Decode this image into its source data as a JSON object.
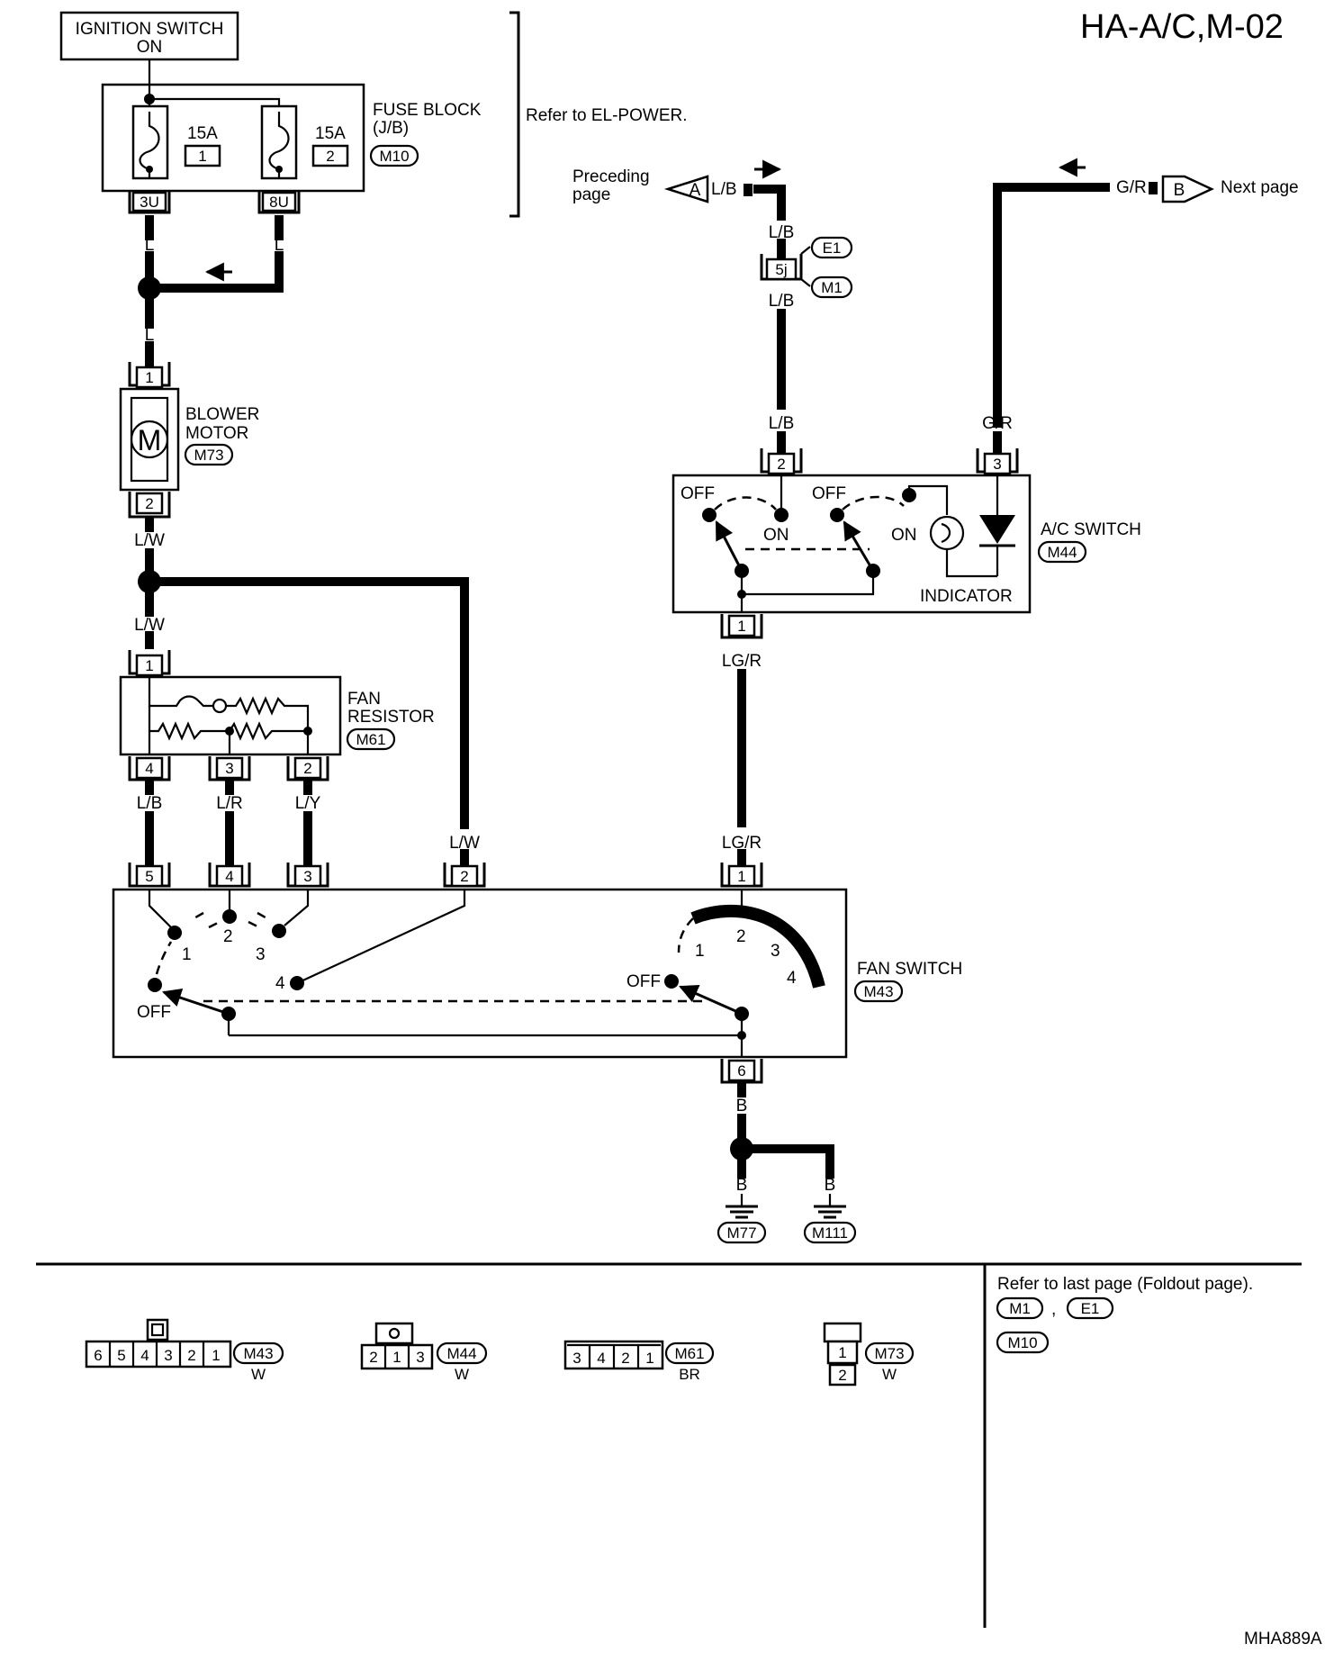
{
  "title": "HA-A/C,M-02",
  "footer_code": "MHA889A",
  "ignition": {
    "line1": "IGNITION SWITCH",
    "line2": "ON"
  },
  "fuse_block": {
    "label1": "FUSE BLOCK",
    "label2": "(J/B)",
    "connector": "M10",
    "fuses": [
      {
        "amps": "15A",
        "num": "1",
        "terminal": "3U"
      },
      {
        "amps": "15A",
        "num": "2",
        "terminal": "8U"
      }
    ],
    "refer": "Refer to EL-POWER."
  },
  "blower_motor": {
    "label1": "BLOWER",
    "label2": "MOTOR",
    "connector": "M73",
    "symbol": "M",
    "pin_top": "1",
    "pin_bottom": "2"
  },
  "fan_resistor": {
    "label1": "FAN",
    "label2": "RESISTOR",
    "connector": "M61",
    "pin_top": "1",
    "pins_bottom": [
      "4",
      "3",
      "2"
    ]
  },
  "fan_switch": {
    "label": "FAN SWITCH",
    "connector": "M43",
    "pins_top": [
      "5",
      "4",
      "3",
      "2",
      "1"
    ],
    "pin_bottom": "6",
    "positions_left": [
      "1",
      "2",
      "3",
      "4"
    ],
    "off_left": "OFF",
    "positions_right": [
      "1",
      "2",
      "3",
      "4"
    ],
    "off_right": "OFF"
  },
  "ac_switch": {
    "label": "A/C SWITCH",
    "connector": "M44",
    "indicator": "INDICATOR",
    "pins_top": [
      "2",
      "3"
    ],
    "pin_bottom": "1",
    "off1": "OFF",
    "on1": "ON",
    "off2": "OFF",
    "on2": "ON"
  },
  "preceding": {
    "line1": "Preceding",
    "line2": "page",
    "letter": "A",
    "wire": "L/B"
  },
  "next": {
    "text": "Next page",
    "letter": "B",
    "wire": "G/R"
  },
  "joint_connectors": {
    "pin": "5j",
    "conn1": "E1",
    "conn2": "M1"
  },
  "wires": {
    "l": "L",
    "lw": "L/W",
    "lb": "L/B",
    "lr": "L/R",
    "ly": "L/Y",
    "lgr": "LG/R",
    "b": "B",
    "gr": "G/R"
  },
  "grounds": [
    "M77",
    "M111"
  ],
  "connector_views": [
    {
      "id": "M43",
      "color": "W",
      "pins": [
        "6",
        "5",
        "4",
        "3",
        "2",
        "1"
      ]
    },
    {
      "id": "M44",
      "color": "W",
      "pins": [
        "2",
        "1",
        "3"
      ]
    },
    {
      "id": "M61",
      "color": "BR",
      "pins": [
        "3",
        "4",
        "2",
        "1"
      ]
    },
    {
      "id": "M73",
      "color": "W",
      "pins": [
        "1",
        "2"
      ]
    }
  ],
  "refer_last": {
    "text": "Refer to last page (Foldout page).",
    "conns": [
      "M1",
      "E1",
      "M10"
    ],
    "sep": ","
  }
}
